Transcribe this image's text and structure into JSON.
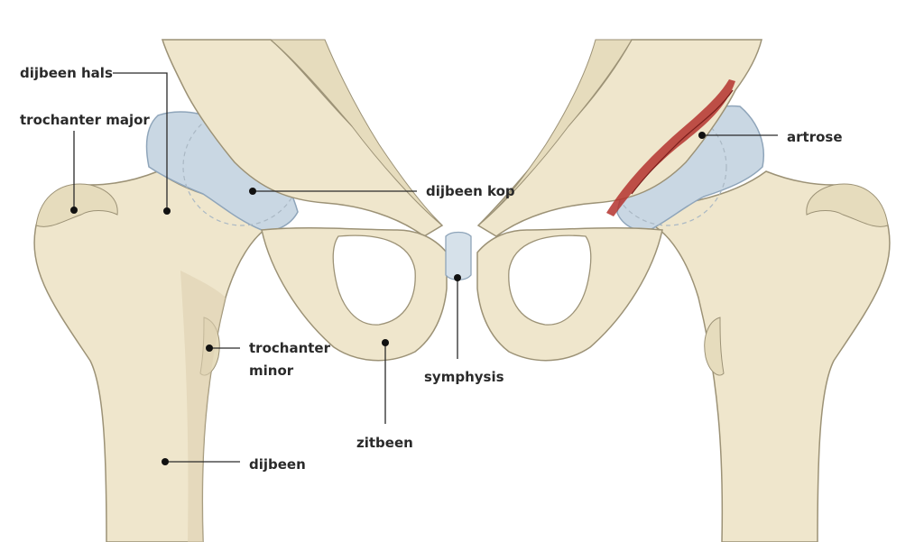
{
  "labels": {
    "dijbeen_hals": "dijbeen hals",
    "trochanter_major": "trochanter major",
    "dijbeen_kop": "dijbeen kop",
    "trochanter_minor_line1": "trochanter",
    "trochanter_minor_line2": "minor",
    "dijbeen": "dijbeen",
    "zitbeen": "zitbeen",
    "symphysis": "symphysis",
    "artrose": "artrose"
  },
  "colors": {
    "bone": "#efe6cc",
    "bone_outline": "#9c9276",
    "bone_shadow": "#ddd1b0",
    "cartilage": "#c9d7e3",
    "cartilage_outline": "#8fa5ba",
    "arthritis": "#b4322e"
  }
}
